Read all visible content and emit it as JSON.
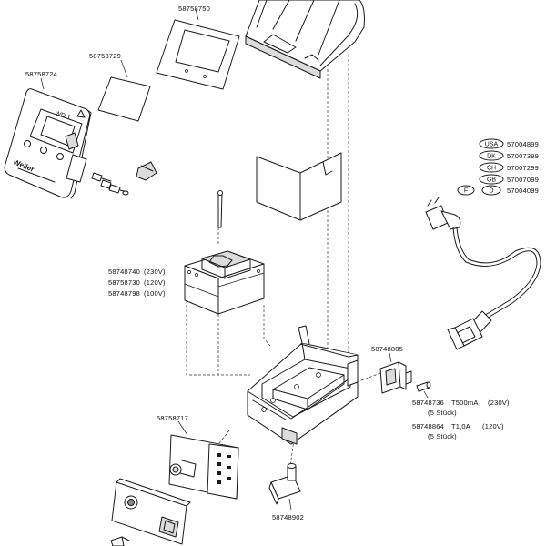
{
  "part_numbers": {
    "top_cover": "58758750",
    "display_panel": "58758729",
    "front_panel": "58758724",
    "transformer_230v": "58748740",
    "transformer_120v": "58758730",
    "transformer_100v": "58748798",
    "pcb": "58758717",
    "socket_module": "58748805",
    "fuse_230v": "58748736",
    "fuse_120v": "58748864",
    "knob": "58748902"
  },
  "transformer_voltages": {
    "v230": "(230V)",
    "v120": "(120V)",
    "v100": "(100V)"
  },
  "fuse_specs": {
    "spec_230v": "T500mA",
    "voltage_230v": "(230V)",
    "qty_230v": "(5 Stück)",
    "spec_120v": "T1,0A",
    "voltage_120v": "(120V)",
    "qty_120v": "(5 Stück)"
  },
  "power_cords": [
    {
      "country": "USA",
      "part": "57004899"
    },
    {
      "country": "DK",
      "part": "57007399"
    },
    {
      "country": "CH",
      "part": "57007299"
    },
    {
      "country": "GB",
      "part": "57007099"
    },
    {
      "country": "D",
      "part": "57004099"
    }
  ],
  "power_cord_extra_country": "F",
  "front_panel_text": {
    "brand": "Weller",
    "display_label": "WD 1"
  }
}
